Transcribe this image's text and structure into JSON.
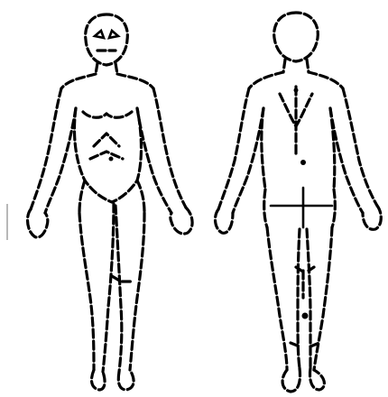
{
  "figure": {
    "ink_color": "#000000",
    "background_color": "#ffffff",
    "views": [
      "front-view",
      "back-view"
    ],
    "markers": [
      "cross-marker"
    ]
  }
}
